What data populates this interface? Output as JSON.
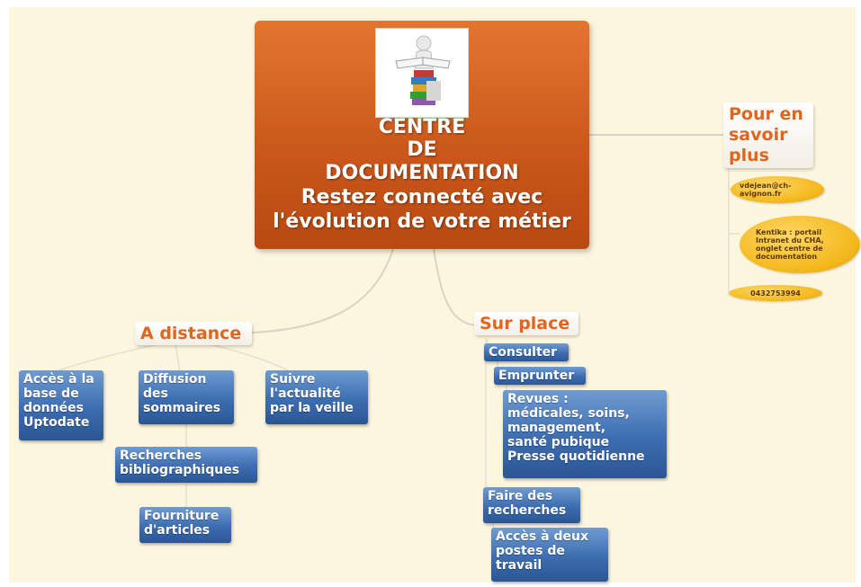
{
  "central": {
    "line1": "CENTRE",
    "line2": "DE",
    "line3": "DOCUMENTATION",
    "line4": "Restez connecté avec",
    "line5": "l'évolution de votre métier",
    "image_icon": "reader-on-books-icon"
  },
  "info_topic": {
    "label": "Pour en\nsavoir\nplus"
  },
  "info_items": {
    "email": "vdejean@ch-\navignon.fr",
    "portal": "Kentika : portail\nIntranet du CHA,\nonglet centre de\ndocumentation",
    "phone": "0432753994"
  },
  "distance": {
    "label": "A distance",
    "uptodate": "Accès à la\nbase de\ndonnées\nUptodate",
    "sommaires": "Diffusion\ndes\nsommaires",
    "veille": "Suivre\nl'actualité\npar la veille",
    "recherches": "Recherches\nbibliographiques",
    "fourniture": "Fourniture\nd'articles"
  },
  "surplace": {
    "label": "Sur place",
    "consulter": "Consulter",
    "emprunter": "Emprunter",
    "revues": "Revues  :\nmédicales, soins,\nmanagement,\nsanté pubique\nPresse quotidienne",
    "faire": "Faire des\nrecherches",
    "postes": "Accès à deux\npostes de\ntravail"
  },
  "colors": {
    "background": "#fdf6df",
    "central": "#d5601f",
    "topic_text": "#e0661d",
    "box": "#3d6db0",
    "oval": "#f2b619"
  }
}
